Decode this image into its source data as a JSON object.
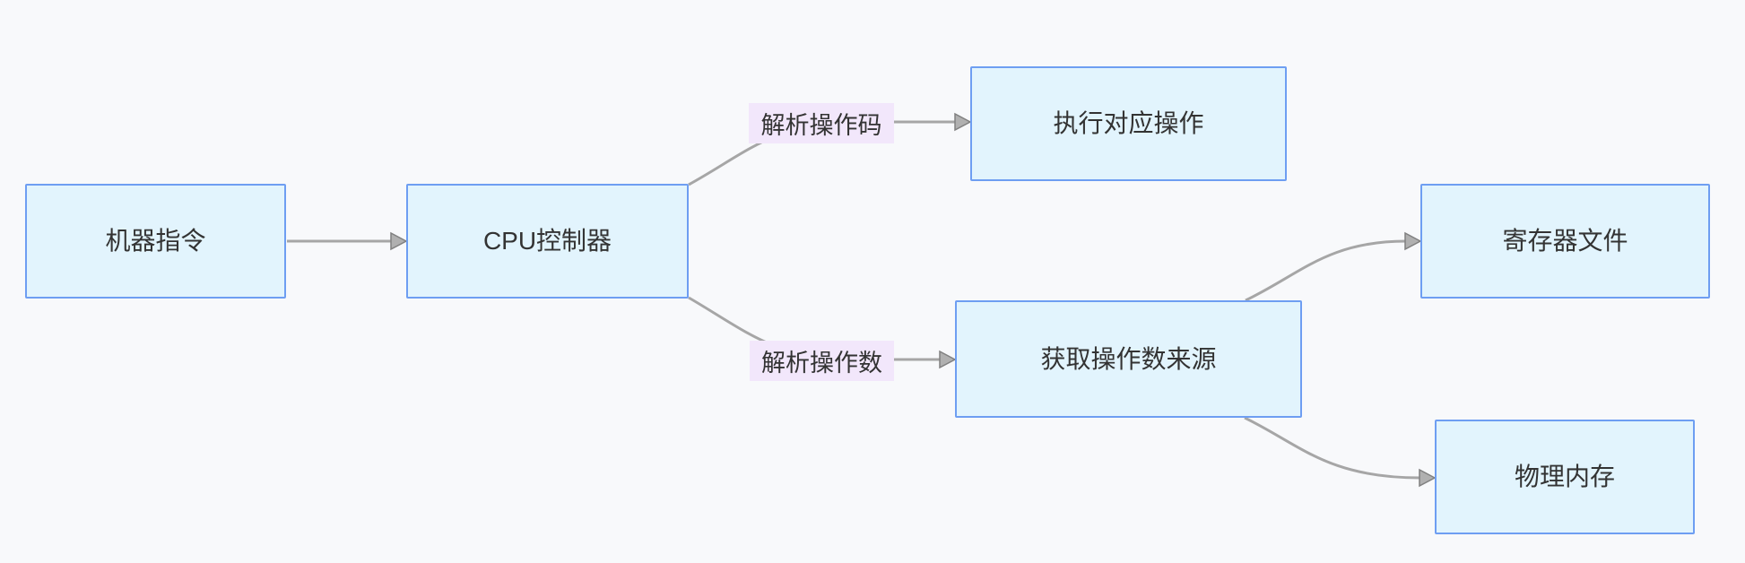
{
  "diagram": {
    "type": "flowchart",
    "direction": "left-to-right",
    "nodes": [
      {
        "id": "machine-instruction",
        "label": "机器指令"
      },
      {
        "id": "cpu-controller",
        "label": "CPU控制器"
      },
      {
        "id": "execute-operation",
        "label": "执行对应操作"
      },
      {
        "id": "operand-source",
        "label": "获取操作数来源"
      },
      {
        "id": "register-file",
        "label": "寄存器文件"
      },
      {
        "id": "physical-memory",
        "label": "物理内存"
      }
    ],
    "edge_labels": [
      {
        "id": "parse-opcode",
        "label": "解析操作码"
      },
      {
        "id": "parse-operand",
        "label": "解析操作数"
      }
    ],
    "edges": [
      {
        "from": "机器指令",
        "to": "CPU控制器",
        "label": ""
      },
      {
        "from": "CPU控制器",
        "to": "执行对应操作",
        "label": "解析操作码"
      },
      {
        "from": "CPU控制器",
        "to": "获取操作数来源",
        "label": "解析操作数"
      },
      {
        "from": "获取操作数来源",
        "to": "寄存器文件",
        "label": ""
      },
      {
        "from": "获取操作数来源",
        "to": "物理内存",
        "label": ""
      }
    ],
    "colors": {
      "background": "#f8f9fb",
      "node_fill": "#e2f4fd",
      "node_border": "#6e9ef2",
      "node_text": "#333333",
      "edge_stroke": "#a6a6a6",
      "arrowhead_fill": "#b0b0b0",
      "edge_label_bg": "#f2e7fb",
      "edge_label_text": "#333333"
    }
  }
}
